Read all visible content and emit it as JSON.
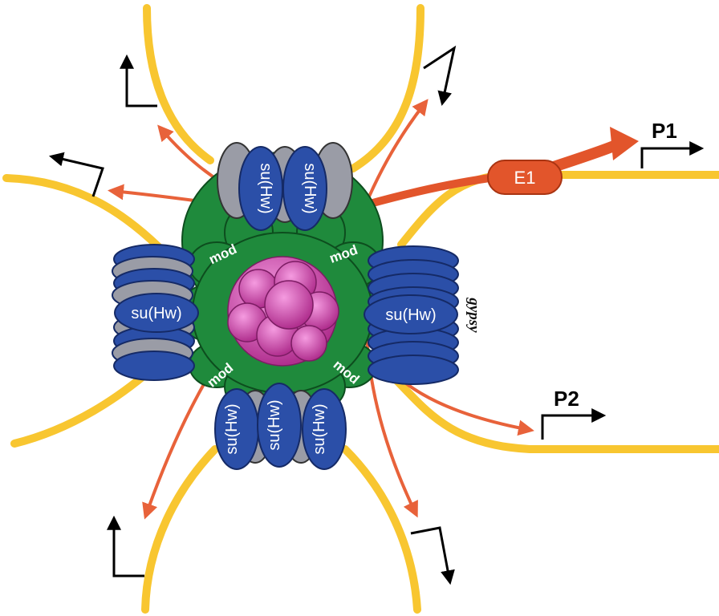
{
  "diagram": {
    "colors": {
      "chromatin": "#f8c630",
      "arrow": "#e8623a",
      "suhw_fill": "#2b4fa8",
      "suhw_edge": "#152a66",
      "grey_protein": "#9a9ca6",
      "mod_fill": "#1f8a3c",
      "mod_edge": "#0d4d1e",
      "core": "#d84fb4",
      "enhancer": "#e2552b",
      "promoter_arrow": "#000000"
    },
    "labels": {
      "suhw": "su(Hw)",
      "mod": "mod",
      "gypsy": "gypsy",
      "enhancer": "E1",
      "promoter1": "P1",
      "promoter2": "P2"
    },
    "icons": {
      "promoter": "bent-arrow-icon",
      "signal": "arrow-icon"
    }
  }
}
